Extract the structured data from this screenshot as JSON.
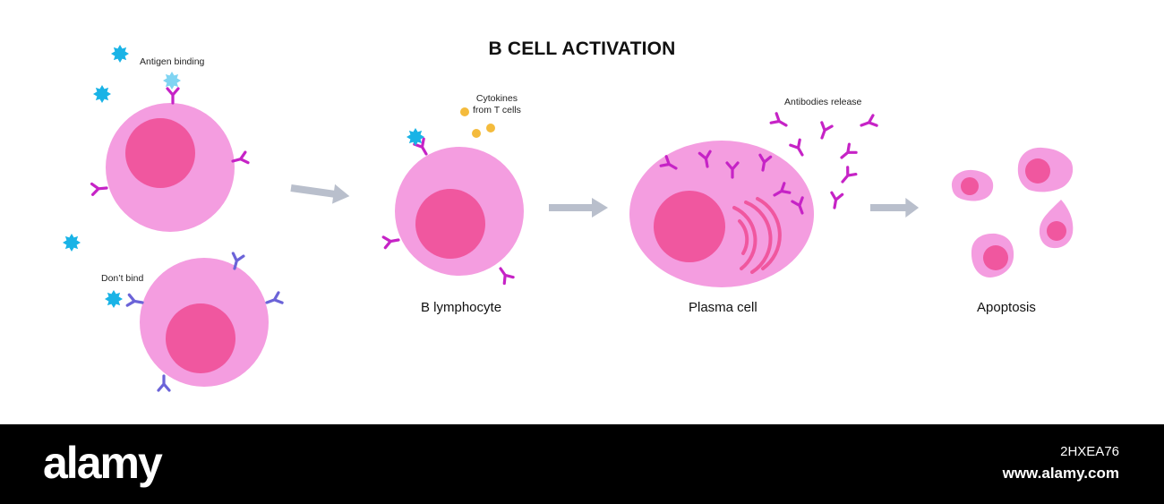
{
  "title": "B CELL ACTIVATION",
  "annotations": {
    "antigen_binding": "Antigen binding",
    "dont_bind": "Don’t bind",
    "cytokines": "Cytokines\nfrom T cells",
    "antibodies_release": "Antibodies release"
  },
  "stages": {
    "b_lymphocyte": "B lymphocyte",
    "plasma_cell": "Plasma cell",
    "apoptosis": "Apoptosis"
  },
  "watermark": {
    "brand": "alamy",
    "image_id": "2HXEA76",
    "site": "www.alamy.com"
  },
  "colors": {
    "cell_body": "#f49de0",
    "nucleus": "#f0579f",
    "antibody": "#c623c6",
    "receptor_unbound": "#6b63d8",
    "antigen": "#19b3e6",
    "cytokine": "#f4bb3c",
    "arrow": "#b9bfcc"
  }
}
